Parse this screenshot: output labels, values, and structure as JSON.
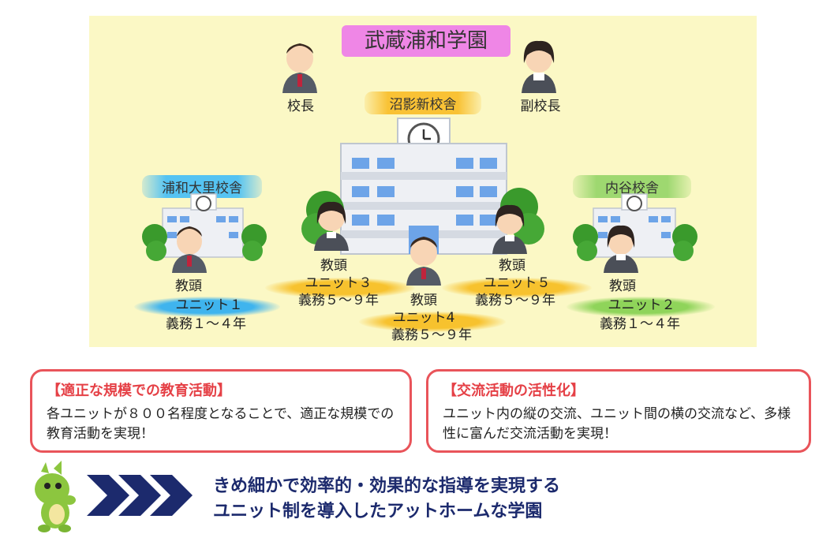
{
  "title": "武蔵浦和学園",
  "principal": "校長",
  "vice_principal": "副校長",
  "main_campus": "沼影新校舎",
  "left_campus": "浦和大里校舎",
  "right_campus": "内谷校舎",
  "units": [
    {
      "role": "教頭",
      "unit": "ユニット１",
      "grades": "義務１～４年"
    },
    {
      "role": "教頭",
      "unit": "ユニット２",
      "grades": "義務１～４年"
    },
    {
      "role": "教頭",
      "unit": "ユニット３",
      "grades": "義務５～９年"
    },
    {
      "role": "教頭",
      "unit": "ユニット4",
      "grades": "義務５～９年"
    },
    {
      "role": "教頭",
      "unit": "ユニット５",
      "grades": "義務５～９年"
    }
  ],
  "card_left": {
    "title": "【適正な規模での教育活動】",
    "body": "各ユニットが８００名程度となることで、適正な規模での教育活動を実現！"
  },
  "card_right": {
    "title": "【交流活動の活性化】",
    "body": "ユニット内の縦の交流、ユニット間の横の交流など、多様性に富んだ交流活動を実現！"
  },
  "bottom_line1": "きめ細かで効率的・効果的な指導を実現する",
  "bottom_line2": "ユニット制を導入したアットホームな学園",
  "colors": {
    "panel": "#fbf8c5",
    "title_highlight": "#ef86e6",
    "card_border": "#e9545a",
    "card_title": "#e54046",
    "arrow": "#1c2a6d",
    "mascot": "#8cc63f"
  }
}
